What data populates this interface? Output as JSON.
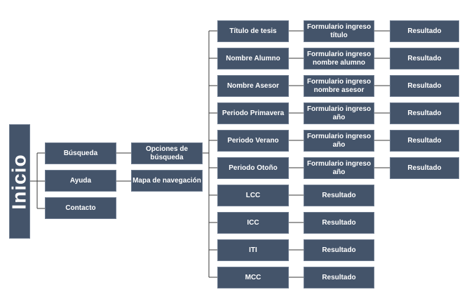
{
  "root": {
    "label": "Inicio"
  },
  "level1": [
    {
      "label": "Búsqueda"
    },
    {
      "label": "Ayuda"
    },
    {
      "label": "Contacto"
    }
  ],
  "level2": [
    {
      "label": "Opciones de búsqueda"
    },
    {
      "label": "Mapa de navegación"
    }
  ],
  "options": [
    {
      "label": "Título de tesis",
      "form": "Formulario ingreso\ntítulo",
      "result": "Resultado"
    },
    {
      "label": "Nombre Alumno",
      "form": "Formulario  ingreso\nnombre alumno",
      "result": "Resultado"
    },
    {
      "label": "Nombre Asesor",
      "form": "Formulario ingreso\nnombre asesor",
      "result": "Resultado"
    },
    {
      "label": "Periodo Primavera",
      "form": "Formulario ingreso\naño",
      "result": "Resultado"
    },
    {
      "label": "Periodo Verano",
      "form": "Formulario ingreso\naño",
      "result": "Resultado"
    },
    {
      "label": "Periodo Otoño",
      "form": "Formulario ingreso\naño",
      "result": "Resultado"
    },
    {
      "label": "LCC",
      "form": "Resultado"
    },
    {
      "label": "ICC",
      "form": "Resultado"
    },
    {
      "label": "ITI",
      "form": "Resultado"
    },
    {
      "label": "MCC",
      "form": "Resultado"
    }
  ]
}
